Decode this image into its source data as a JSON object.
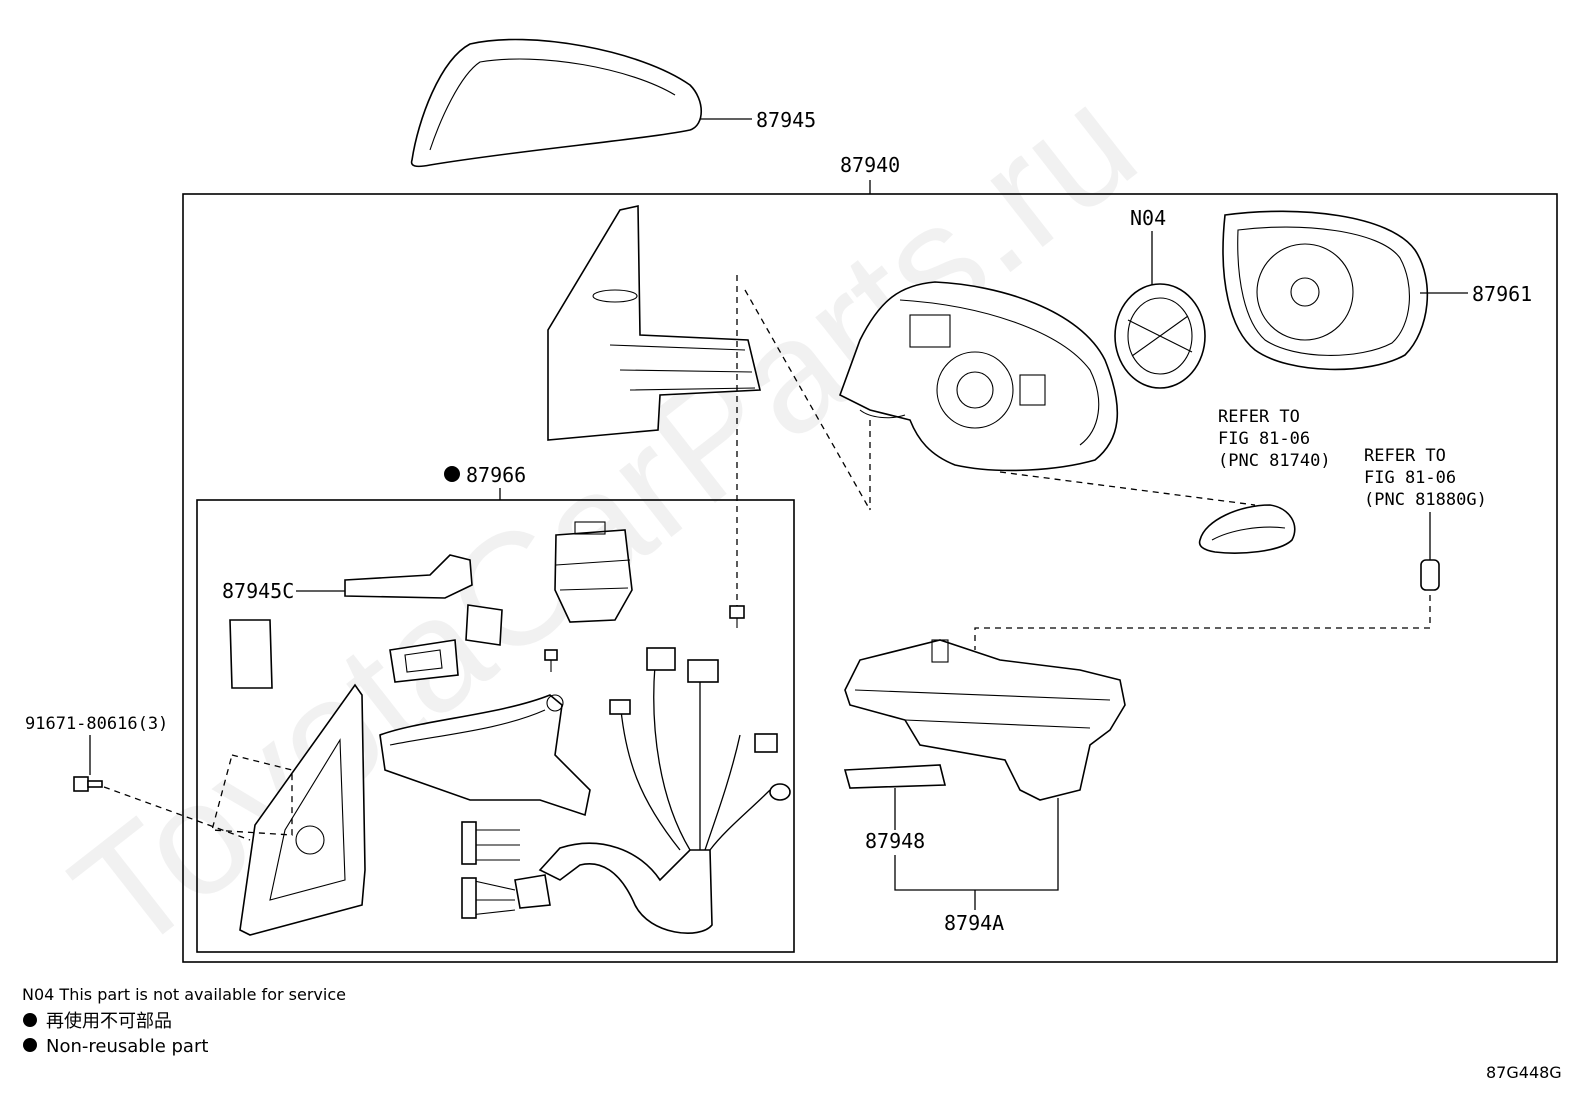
{
  "watermark": "ToyotaCarParts.ru",
  "diagram_code": "87G448G",
  "parts": {
    "cover": "87945",
    "assembly": "87940",
    "n04": "N04",
    "mirror": "87961",
    "kit": "87966",
    "cover_c": "87945C",
    "bolt": "91671-80616(3)",
    "lamp_cover": "87948",
    "lamp_assy": "8794A"
  },
  "refs": {
    "ref1_line1": "REFER TO",
    "ref1_line2": "FIG 81-06",
    "ref1_line3": "(PNC 81740)",
    "ref2_line1": "REFER TO",
    "ref2_line2": "FIG 81-06",
    "ref2_line3": "(PNC 81880G)"
  },
  "notes": {
    "n04_note": "N04 This part is not available for service",
    "jp_note": "再使用不可部品",
    "en_note": "Non-reusable part"
  }
}
